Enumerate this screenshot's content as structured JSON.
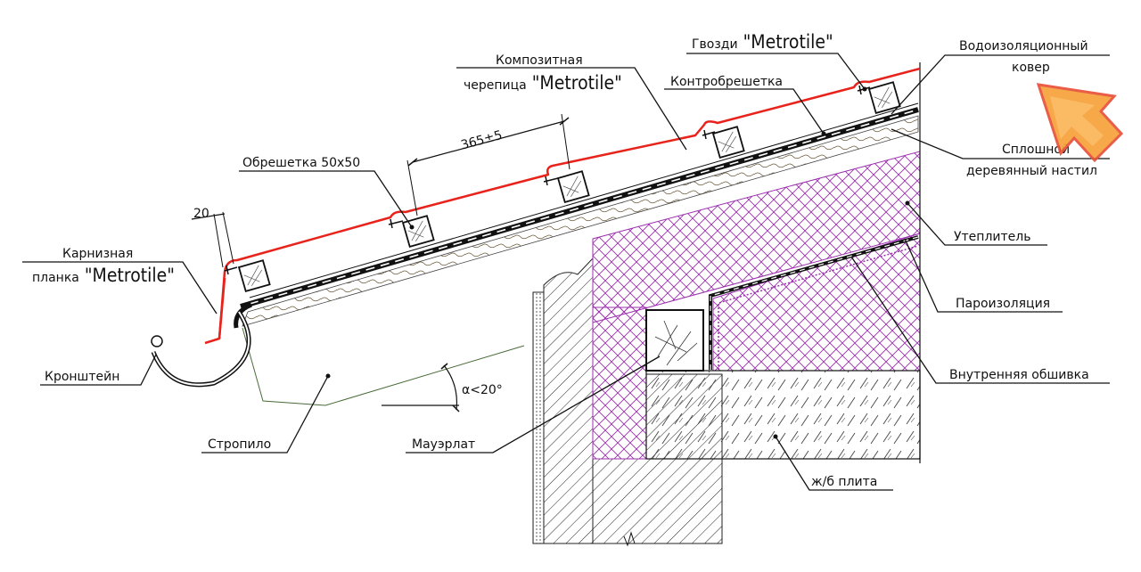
{
  "labels": {
    "gvozdi": "Гвозди",
    "gvozdi_brand": "\"Metrotile\"",
    "vodoizol_1": "Водоизоляционный",
    "vodoizol_2": "ковер",
    "kompozit_1": "Композитная",
    "kompozit_2": "черепица",
    "kompozit_brand": "\"Metrotile\"",
    "kontrobreshetka": "Контробрешетка",
    "dim_365": "365±5",
    "obreshetka": "Обрешетка 50х50",
    "sploshnoy_1": "Сплошной",
    "sploshnoy_2": "деревянный настил",
    "dim_20": "20",
    "karniz_1": "Карнизная",
    "karniz_2": "планка",
    "karniz_brand": "\"Metrotile\"",
    "uteplitel": "Утеплитель",
    "paroizol": "Пароизоляция",
    "kronshtein": "Кронштейн",
    "angle": "α<20°",
    "vnutr": "Внутренняя обшивка",
    "stropilo": "Стропило",
    "mauerlat": "Мауэрлат",
    "plita": "ж/б плита"
  },
  "colors": {
    "tile_red": "#e8231c",
    "insulation_purple": "#9b2fae",
    "line": "#111111",
    "cursor_orange": "#f7a23a",
    "cursor_red": "#e8503a"
  },
  "icons": {
    "cursor": "pointer-arrow-icon"
  }
}
